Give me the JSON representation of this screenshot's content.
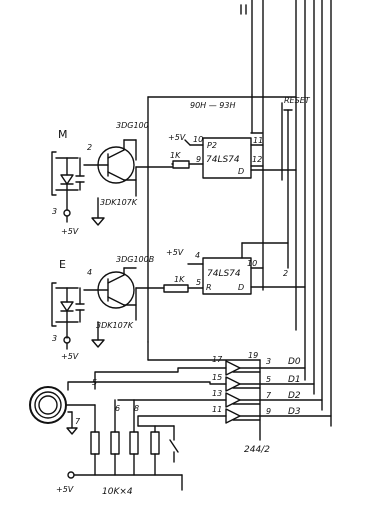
{
  "labels": {
    "m_label": "M",
    "e_label": "E",
    "addr_range": "90H — 93H",
    "reset": "RESET",
    "tr_m_type": "3DG100",
    "tr_m_type2": "3DK107K",
    "tr_e_type": "3DG100B",
    "tr_e_type2": "3DK107K",
    "tr_m_pin": "2",
    "tr_e_pin": "4",
    "m_pin3": "3",
    "e_pin3": "3",
    "m_vcc": "+5V",
    "e_vcc": "+5V",
    "ff1_vcc": "+5V",
    "ff2_vcc": "+5V",
    "ff1_r": "1K",
    "ff2_r": "1K",
    "ff1_chip": "74LS74",
    "ff2_chip": "74LS74",
    "ff1_pin_pre": "P2",
    "ff1_pin10": "10",
    "ff1_pin9": "9",
    "ff1_pin11": "11",
    "ff1_pin12": "12",
    "ff1_d": "D",
    "ff2_pin4": "4",
    "ff2_pin5": "5",
    "ff2_pin10": "10",
    "ff2_r_letter": "R",
    "ff2_d": "D",
    "ff2_out": "2",
    "buf_in": [
      "17",
      "15",
      "13",
      "11"
    ],
    "buf_out": [
      "3",
      "5",
      "7",
      "9"
    ],
    "buf_oe": "19",
    "bus": [
      "D0",
      "D1",
      "D2",
      "D3"
    ],
    "chip_buf": "244/2",
    "node5": "5",
    "node6": "6",
    "node8": "8",
    "node7": "7",
    "res_vcc": "+5V",
    "res_value": "10K×4"
  }
}
